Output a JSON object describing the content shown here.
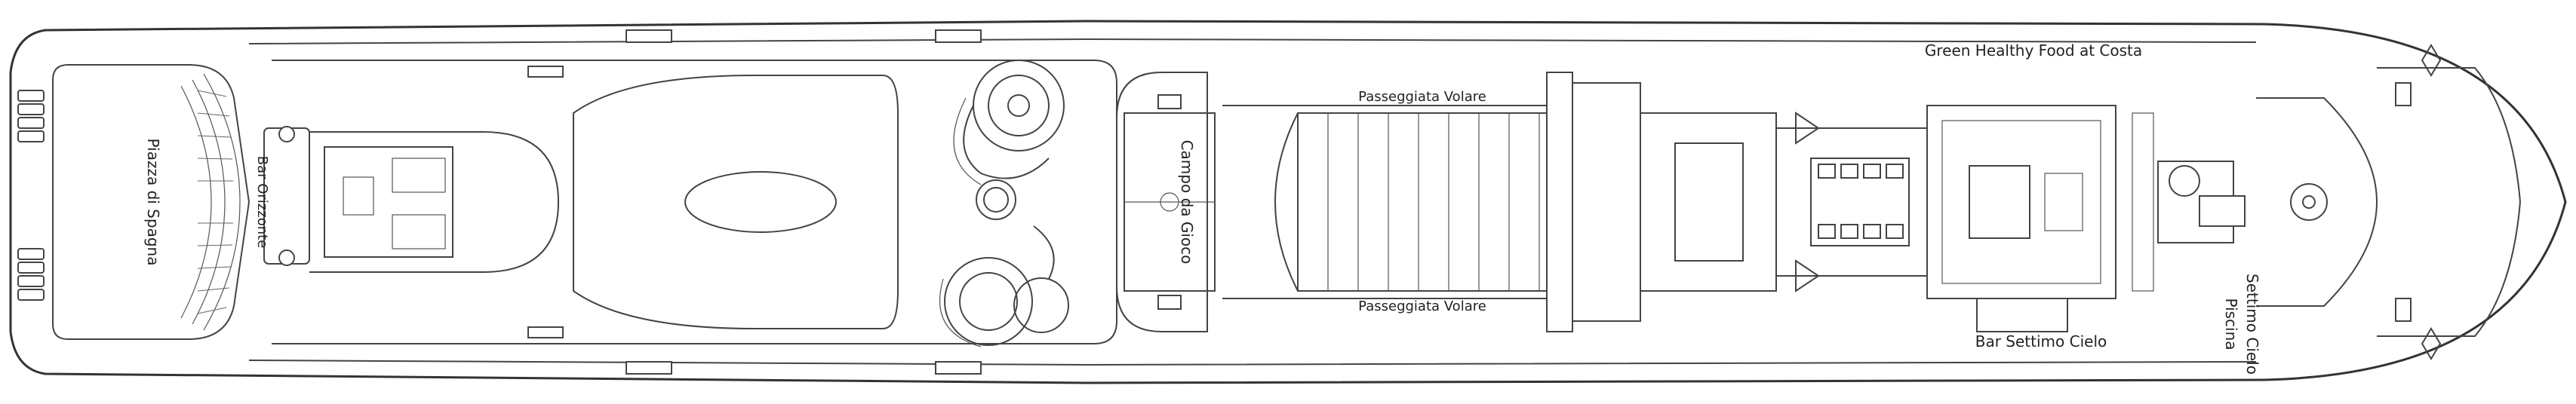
{
  "map": {
    "labels": {
      "piazza": "Piazza di Spagna",
      "bar_orizzonte": "Bar Orizzonte",
      "campo": "Campo da Gioco",
      "passeggiata_top": "Passeggiata Volare",
      "passeggiata_bottom": "Passeggiata Volare",
      "green_food": "Green Healthy Food at Costa",
      "bar_settimo": "Bar Settimo Cielo",
      "piscina_1": "Piscina",
      "piscina_2": "Settimo Cielo"
    }
  }
}
